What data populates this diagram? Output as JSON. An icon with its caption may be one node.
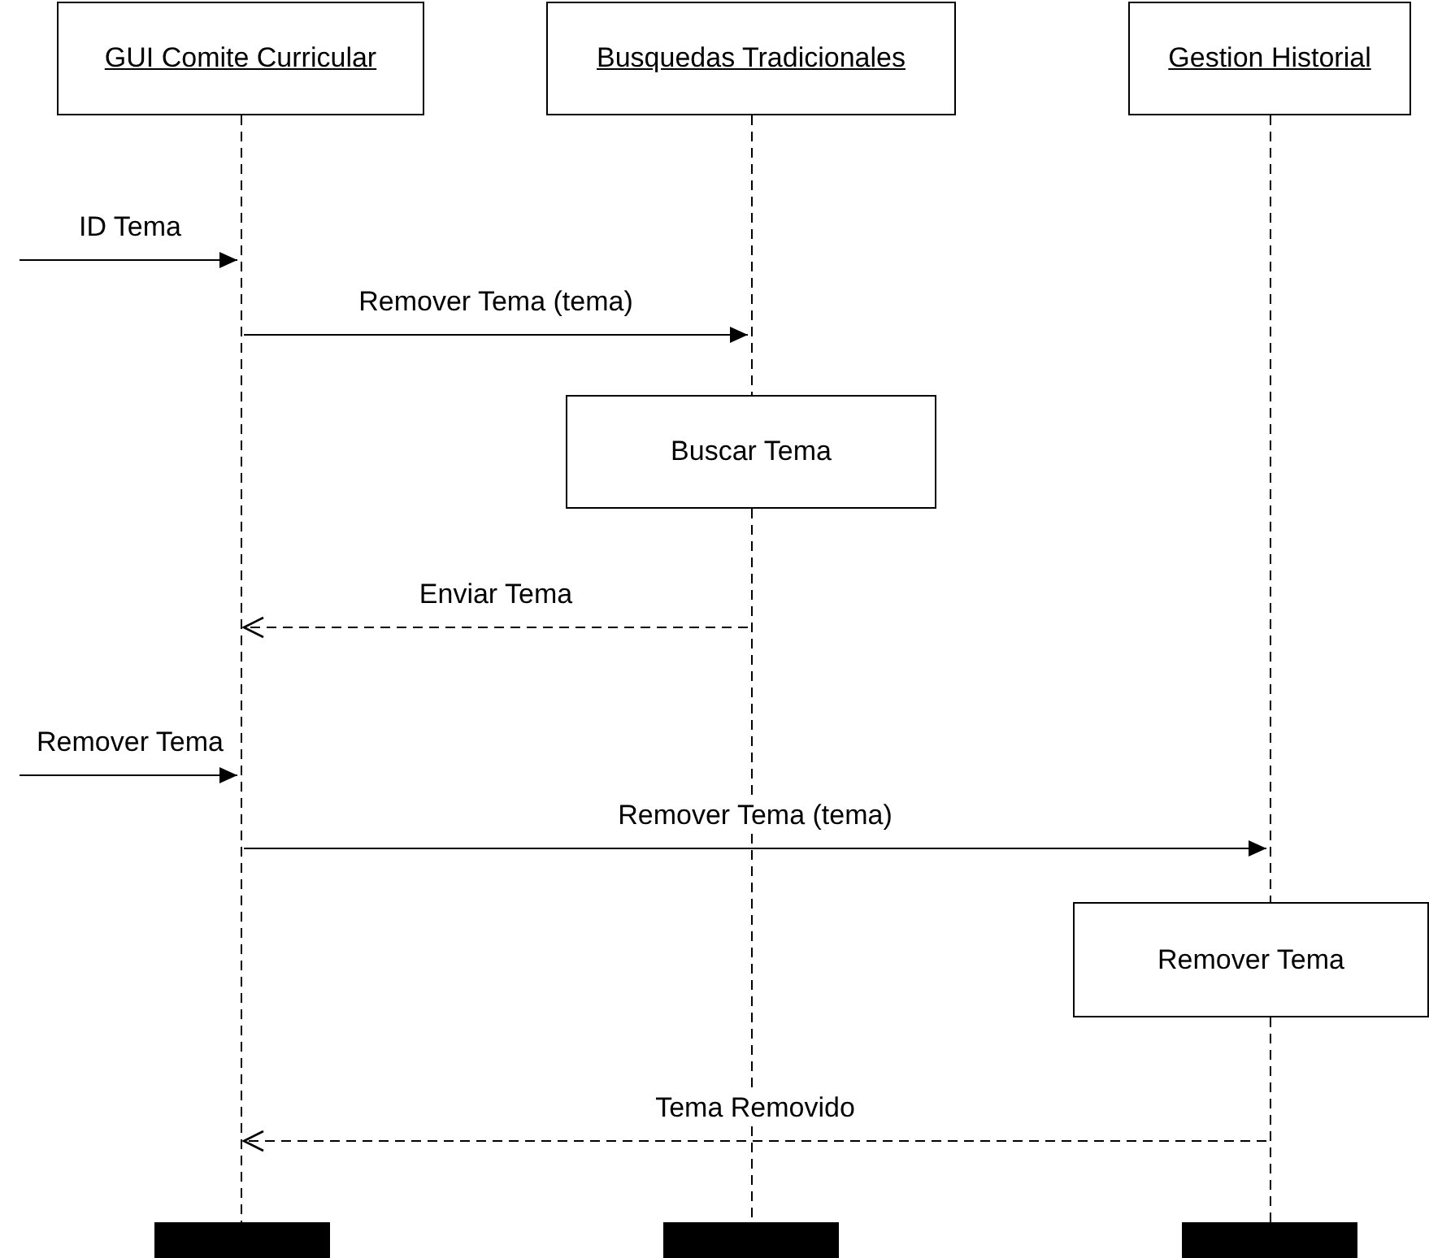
{
  "diagram": {
    "nodes": [
      {
        "text": [
          "GUI Comite Curricular"
        ]
      },
      {
        "text": [
          "Busquedas Tradicionales"
        ]
      },
      {
        "text": [
          "Gestion Historial"
        ]
      },
      {
        "text": [],
        "shape": "line"
      },
      {
        "text": [],
        "shape": "line"
      },
      {
        "text": [],
        "shape": "line"
      },
      {
        "text": [],
        "shape": "line"
      },
      {
        "text": [],
        "shape": "line"
      },
      {
        "text": [
          "Buscar Tema"
        ]
      },
      {
        "text": [
          "Remover Tema"
        ]
      },
      {
        "text": [],
        "shape": "bar"
      },
      {
        "text": [],
        "shape": "bar"
      },
      {
        "text": [],
        "shape": "bar"
      }
    ],
    "edges": [
      {
        "from": null,
        "to": 3,
        "label": "ID Tema",
        "arrow": "to"
      },
      {
        "from": 3,
        "to": 4,
        "label": "Remover Tema (tema)",
        "arrow": "to"
      },
      {
        "from": 5,
        "to": 3,
        "label": "Enviar Tema",
        "arrow": "to",
        "style": "dashed"
      },
      {
        "from": null,
        "to": 3,
        "label": "Remover Tema",
        "arrow": "to"
      },
      {
        "from": 3,
        "to": 6,
        "label": "Remover Tema (tema)",
        "arrow": "to"
      },
      {
        "from": 7,
        "to": 3,
        "label": "Tema Removido",
        "arrow": "to",
        "style": "dashed"
      }
    ]
  }
}
